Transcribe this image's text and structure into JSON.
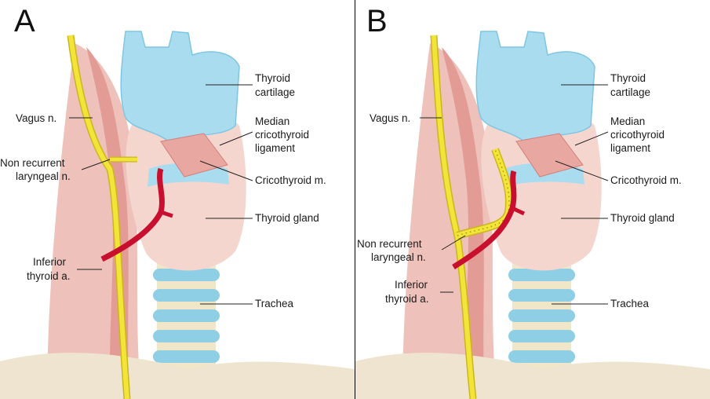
{
  "panels": [
    {
      "letter": "A",
      "labels": {
        "thyroid_cartilage": [
          "Thyroid",
          "cartilage"
        ],
        "median_ligament": [
          "Median",
          "cricothyroid",
          "ligament"
        ],
        "cricothyroid_m": "Cricothyroid m.",
        "thyroid_gland": "Thyroid gland",
        "trachea": "Trachea",
        "vagus": "Vagus n.",
        "non_recurrent": [
          "Non recurrent",
          "laryngeal n."
        ],
        "inferior_thyroid": [
          "Inferior",
          "thyroid a."
        ]
      }
    },
    {
      "letter": "B",
      "labels": {
        "thyroid_cartilage": [
          "Thyroid",
          "cartilage"
        ],
        "median_ligament": [
          "Median",
          "cricothyroid",
          "ligament"
        ],
        "cricothyroid_m": "Cricothyroid m.",
        "thyroid_gland": "Thyroid gland",
        "trachea": "Trachea",
        "vagus": "Vagus n.",
        "non_recurrent": [
          "Non recurrent",
          "laryngeal n."
        ],
        "inferior_thyroid": [
          "Inferior",
          "thyroid a."
        ]
      }
    }
  ],
  "colors": {
    "background": "#ffffff",
    "cartilage": "#a9dcef",
    "cartilage_edge": "#7fc6e3",
    "gland": "#f5d6cf",
    "muscle": "#e9a7a1",
    "muscle_dark": "#d47f79",
    "nerve": "#f3e43a",
    "nerve_edge": "#c9b71c",
    "artery": "#c8102e",
    "trachea_ring": "#8fcfe6",
    "trachea_band": "#f0e6c8",
    "skin": "#efe4cf"
  }
}
